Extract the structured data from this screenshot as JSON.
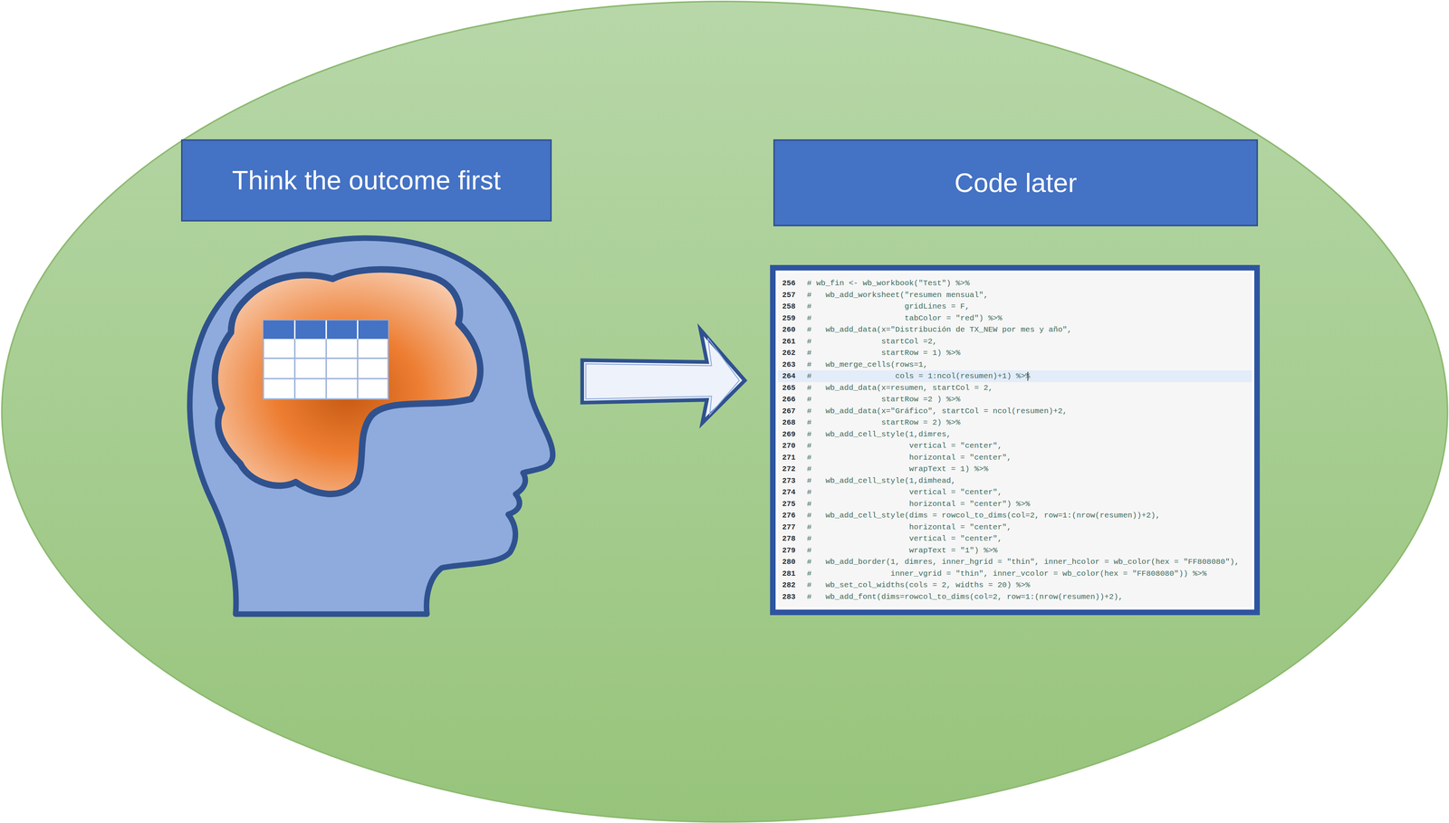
{
  "diagram": {
    "nodes": [
      {
        "text": [
          "Think the outcome first"
        ]
      },
      {
        "text": [
          "Code later"
        ]
      },
      {
        "text": [
          "# wb_fin <- wb_workbook(\"Test\") %>%",
          "#   wb_add_worksheet(\"resumen mensual\",",
          "#                    gridLines = F,",
          "#                    tabColor = \"red\") %>%",
          "#   wb_add_data(x=\"Distribución de TX_NEW por mes y año\",",
          "#               startCol =2,",
          "#               startRow = 1) %>%",
          "#   wb_merge_cells(rows=1,",
          "#                  cols = 1:ncol(resumen)+1) %>%",
          "#   wb_add_data(x=resumen, startCol = 2,",
          "#               startRow =2 ) %>%",
          "#   wb_add_data(x=\"Gráfico\", startCol = ncol(resumen)+2,",
          "#               startRow = 2) %>%",
          "#   wb_add_cell_style(1,dimres,",
          "#                     vertical = \"center\",",
          "#                     horizontal = \"center\",",
          "#                     wrapText = 1) %>%",
          "#   wb_add_cell_style(1,dimhead,",
          "#                     vertical = \"center\",",
          "#                     horizontal = \"center\") %>%",
          "#   wb_add_cell_style(dims = rowcol_to_dims(col=2, row=1:(nrow(resumen))+2),",
          "#                     horizontal = \"center\",",
          "#                     vertical = \"center\",",
          "#                     wrapText = \"1\") %>%",
          "#   wb_add_border(1, dimres, inner_hgrid = \"thin\", inner_hcolor = wb_color(hex = \"FF808080\"),",
          "#                 inner_vgrid = \"thin\", inner_vcolor = wb_color(hex = \"FF808080\")) %>%",
          "#   wb_set_col_widths(cols = 2, widths = 20) %>%",
          "#   wb_add_font(dims=rowcol_to_dims(col=2, row=1:(nrow(resumen))+2),"
        ]
      }
    ],
    "labels": [
      "256",
      "257",
      "258",
      "259",
      "260",
      "261",
      "262",
      "263",
      "264",
      "265",
      "266",
      "267",
      "268",
      "269",
      "270",
      "271",
      "272",
      "273",
      "274",
      "275",
      "276",
      "277",
      "278",
      "279",
      "280",
      "281",
      "282",
      "283"
    ]
  }
}
